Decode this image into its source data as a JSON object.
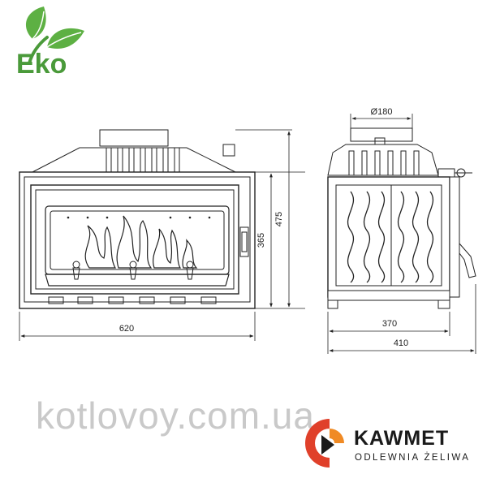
{
  "eco_badge": {
    "label": "Eko",
    "color_text": "#4a9a3a",
    "color_leaf": "#5db043"
  },
  "front_view": {
    "dim_width": "620",
    "dim_height_total": "475",
    "dim_height_door": "365"
  },
  "side_view": {
    "dim_flue": "Ø180",
    "dim_depth_body": "370",
    "dim_depth_total": "410"
  },
  "watermark": {
    "text": "kotlovoy.com.ua"
  },
  "brand": {
    "name": "KAWMET",
    "subtitle": "ODLEWNIA ŻELIWA",
    "color_red": "#e0402a",
    "color_orange": "#f08a24",
    "color_dark": "#1a1a1a"
  }
}
